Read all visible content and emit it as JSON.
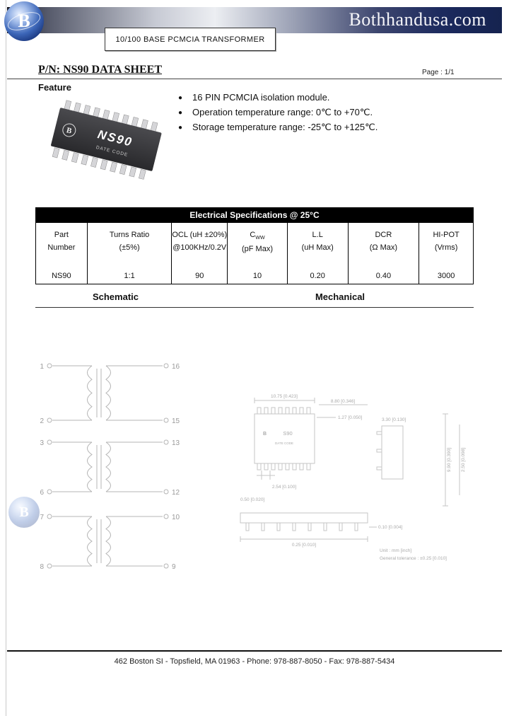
{
  "header": {
    "site": "Bothhandusa.com",
    "banner": "10/100 BASE PCMCIA TRANSFORMER",
    "logo_letter": "B"
  },
  "title": {
    "part_title": "P/N: NS90 DATA SHEET",
    "page_label": "Page : 1/1"
  },
  "feature": {
    "heading": "Feature",
    "bullets": [
      "16 PIN PCMCIA isolation module.",
      "Operation temperature range: 0℃  to +70℃.",
      "Storage temperature range: -25℃  to +125℃."
    ]
  },
  "chip": {
    "name": "NS90",
    "date_code": "DATE CODE",
    "logo_letter": "B"
  },
  "spec_table": {
    "title": "Electrical Specifications @ 25°C",
    "columns": [
      {
        "line1": "Part",
        "line2": "Number"
      },
      {
        "line1": "Turns Ratio",
        "line2": "(±5%)"
      },
      {
        "line1": "OCL (uH ±20%)",
        "line2": "@100KHz/0.2V"
      },
      {
        "line1": "C",
        "sub": "WW",
        "line2": "(pF Max)"
      },
      {
        "line1": "L.L",
        "line2": "(uH Max)"
      },
      {
        "line1": "DCR",
        "line2": "(Ω  Max)"
      },
      {
        "line1": "HI-POT",
        "line2": "(Vrms)"
      }
    ],
    "values": [
      "NS90",
      "1:1",
      "90",
      "10",
      "0.20",
      "0.40",
      "3000"
    ]
  },
  "sections": {
    "schematic": "Schematic",
    "mechanical": "Mechanical"
  },
  "schematic": {
    "left_pins": [
      "1",
      "2",
      "3",
      "6",
      "7",
      "8"
    ],
    "right_pins": [
      "16",
      "15",
      "13",
      "12",
      "10",
      "9"
    ]
  },
  "mechanical": {
    "chip_label": "S90",
    "date_code": "DATE CODE",
    "dims": [
      "10.75 [0.423]",
      "8.80 [0.346]",
      "1.27 [0.050]",
      "9.90 [0.390]",
      "2.54 [0.100]",
      "0.50 [0.020]",
      "3.30 [0.130]",
      "2.50 [0.098]",
      "0.25 [0.010]",
      "0.10 [0.004]",
      "Unit : mm [inch]",
      "General tolerance : ±0.25 [0.010]"
    ]
  },
  "footer": {
    "address": "462 Boston SI - Topsfield, MA 01963 - Phone: 978-887-8050 - Fax: 978-887-5434"
  }
}
